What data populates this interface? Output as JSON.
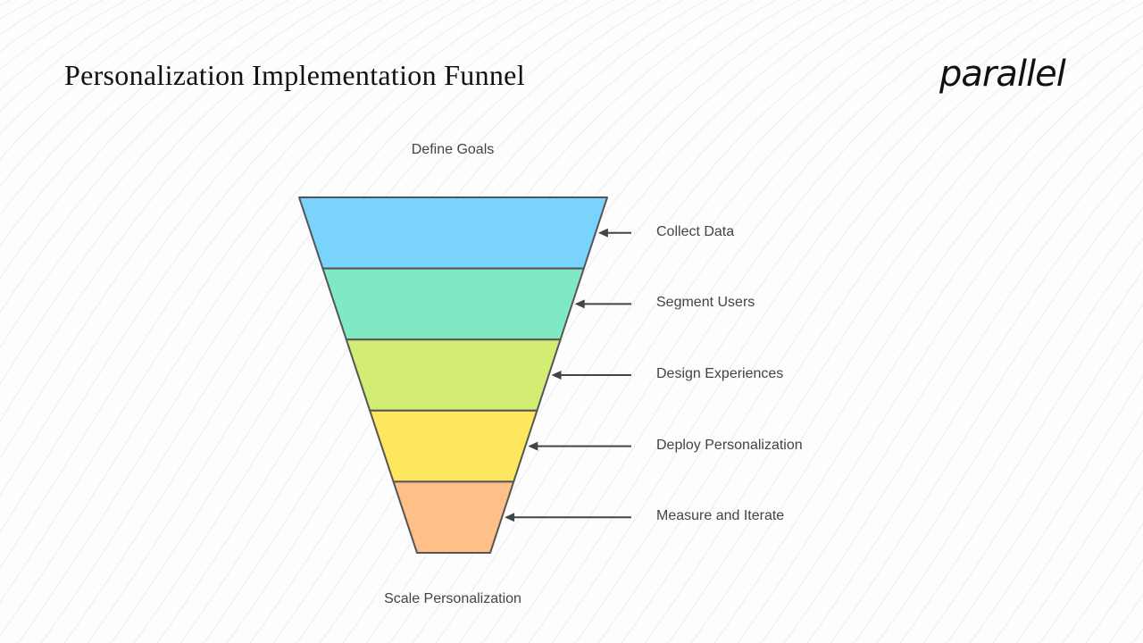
{
  "title": "Personalization Implementation Funnel",
  "logo": "parallel",
  "funnel": {
    "top_label": "Define Goals",
    "bottom_label": "Scale Personalization",
    "stages": [
      {
        "label": "Collect Data",
        "color": "#79d3fc"
      },
      {
        "label": "Segment Users",
        "color": "#80e8c3"
      },
      {
        "label": "Design Experiences",
        "color": "#d3ec74"
      },
      {
        "label": "Deploy Personalization",
        "color": "#fee65e"
      },
      {
        "label": "Measure and Iterate",
        "color": "#fec088"
      }
    ],
    "outline_color": "#555555",
    "arrow_color": "#444444"
  }
}
